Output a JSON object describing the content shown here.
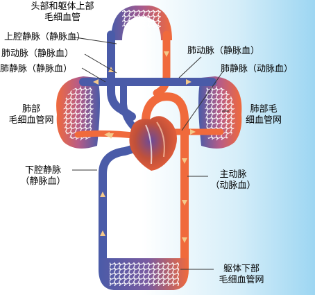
{
  "labels": {
    "head_capillaries": [
      "头部和躯体上部",
      "毛细血管"
    ],
    "superior_vena_cava": "上腔静脉（静脉血）",
    "pulmonary_artery_left": "肺动脉（静脉血）",
    "pulmonary_vein_left": "肺静脉（静脉血）",
    "pulmonary_artery_right": "肺动脉（静脉血）",
    "pulmonary_vein_right": "肺静脉（动脉血）",
    "lung_left": [
      "肺部",
      "毛细血管网"
    ],
    "lung_right": [
      "肺部毛",
      "细血管网"
    ],
    "inferior_vena_cava": [
      "下腔静脉",
      "（静脉血）"
    ],
    "aorta": [
      "主动脉",
      "（动脉血）"
    ],
    "lower_capillaries": [
      "躯体下部",
      "毛细血管网"
    ]
  },
  "colors": {
    "venous_blood": "#4A5BA8",
    "arterial_blood": "#F06A3C",
    "background_left": "#FFFFFF",
    "background_right": "#9DD6F2",
    "arrow": "#F4C98A"
  }
}
